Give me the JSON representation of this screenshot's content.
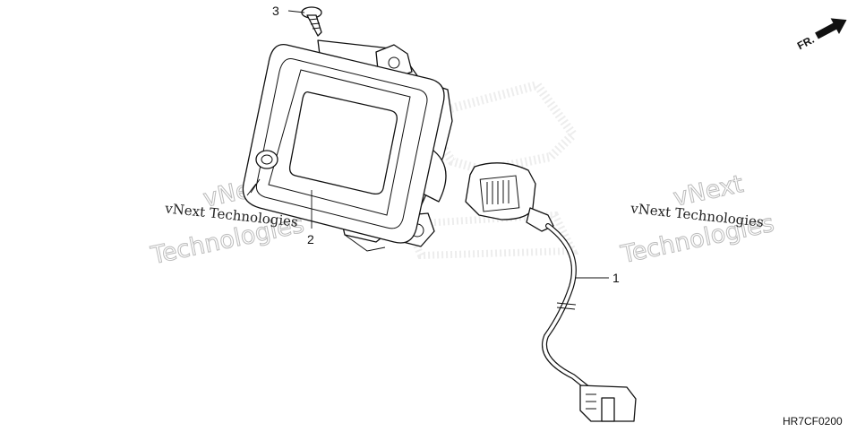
{
  "watermark": {
    "line1": "vNext Technologies",
    "line2_a": "vNext",
    "line2_b": "Technologies"
  },
  "direction_label": "FR.",
  "callouts": {
    "part1": "1",
    "part2": "2",
    "part3": "3"
  },
  "diagram_code": "HR7CF0200"
}
